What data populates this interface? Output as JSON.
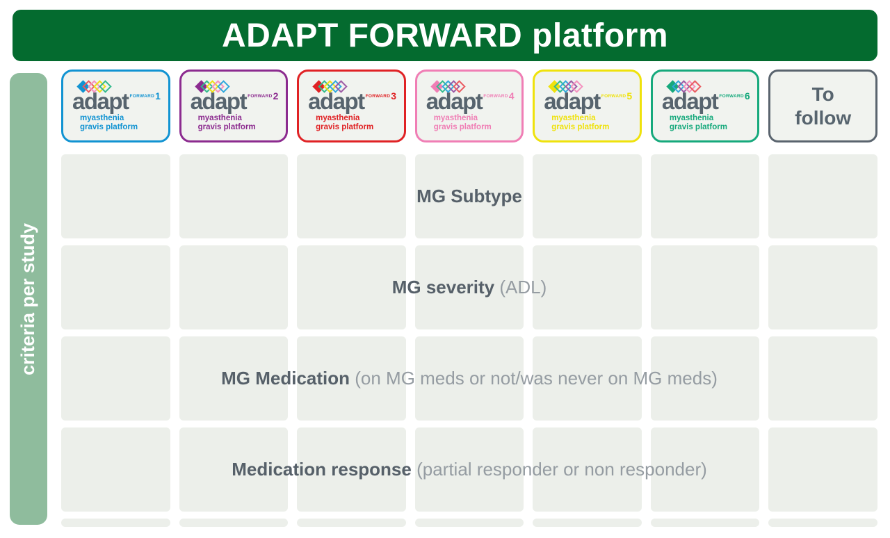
{
  "banner": {
    "title": "ADAPT FORWARD platform",
    "bg": "#046B2F",
    "text_color": "#FFFFFF"
  },
  "sidebar": {
    "label": "criteria per study",
    "bg": "#8FBC9D",
    "text_color": "#FFFFFF"
  },
  "logo": {
    "word": "adapt",
    "forward_word": "FORWARD",
    "tagline_line1": "myasthenia",
    "tagline_line2": "gravis platform",
    "word_color": "#57646E"
  },
  "studies": [
    {
      "name": "ADAPT FORWARD 1",
      "number": "1",
      "color": "#1193D2",
      "outline_diamonds": [
        "#EA5A60",
        "#F490BE",
        "#EEDF14",
        "#34BA8D"
      ]
    },
    {
      "name": "ADAPT FORWARD 2",
      "number": "2",
      "color": "#8C2B8F",
      "outline_diamonds": [
        "#34BA8D",
        "#EEDF14",
        "#F490BE",
        "#30A8DC"
      ]
    },
    {
      "name": "ADAPT FORWARD 3",
      "number": "3",
      "color": "#E02225",
      "outline_diamonds": [
        "#34BA8D",
        "#EEDF14",
        "#30A8DC",
        "#9C59A4"
      ]
    },
    {
      "name": "ADAPT FORWARD 4",
      "number": "4",
      "color": "#F07EB5",
      "outline_diamonds": [
        "#34BA8D",
        "#30A8DC",
        "#9C59A4",
        "#EA5A60"
      ]
    },
    {
      "name": "ADAPT FORWARD 5",
      "number": "5",
      "color": "#EFE20C",
      "outline_diamonds": [
        "#34BA8D",
        "#30A8DC",
        "#9C59A4",
        "#F490BE"
      ]
    },
    {
      "name": "ADAPT FORWARD 6",
      "number": "6",
      "color": "#16A97C",
      "outline_diamonds": [
        "#30A8DC",
        "#9C59A4",
        "#F490BE",
        "#EA5A60"
      ]
    }
  ],
  "to_follow": {
    "line1": "To",
    "line2": "follow",
    "color": "#5A646E"
  },
  "criteria_rows": [
    {
      "bold": "MG Subtype",
      "regular": ""
    },
    {
      "bold": "MG severity",
      "regular": " (ADL)"
    },
    {
      "bold": "MG Medication",
      "regular": " (on MG meds or not/was never on MG meds)"
    },
    {
      "bold": "Medication response",
      "regular": " (partial responder or non responder)"
    }
  ],
  "grid": {
    "columns": 7,
    "cell_color": "#ECEFEA",
    "bold_text_color": "#566069",
    "regular_text_color": "#959CA2"
  }
}
